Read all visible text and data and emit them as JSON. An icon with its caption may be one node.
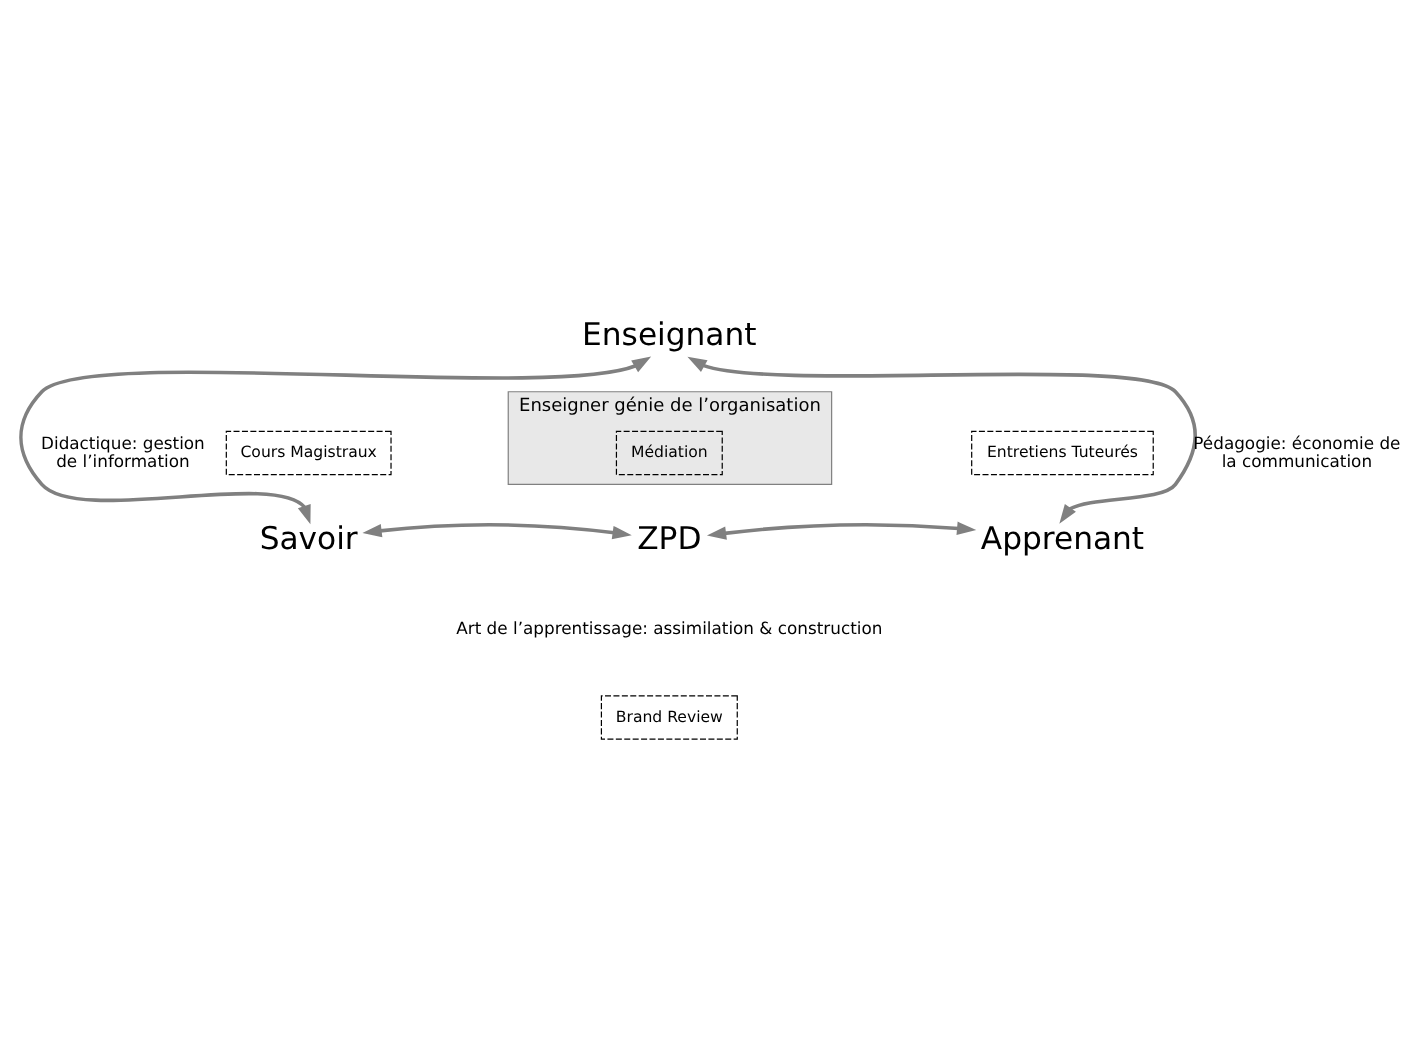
{
  "diagram": {
    "nodes": [
      {
        "text": [
          "Enseignant"
        ]
      },
      {
        "text": [
          "Enseigner génie de l’organisation"
        ]
      },
      {
        "text": [
          "Médiation"
        ],
        "in": 1
      },
      {
        "text": [
          "Cours Magistraux"
        ]
      },
      {
        "text": [
          "Entretiens Tuteurés"
        ]
      },
      {
        "text": [
          "Savoir"
        ]
      },
      {
        "text": [
          "ZPD"
        ]
      },
      {
        "text": [
          "Apprenant"
        ]
      },
      {
        "text": [
          "Brand Review"
        ]
      }
    ],
    "edges": [
      {
        "from": 0,
        "to": 5,
        "arrow": "both",
        "label": "Didactique: gestion de l’information"
      },
      {
        "from": 0,
        "to": 7,
        "arrow": "both",
        "label": "Pédagogie: économie de la communication"
      },
      {
        "from": 5,
        "to": 6,
        "arrow": "both"
      },
      {
        "from": 6,
        "to": 7,
        "arrow": "both"
      }
    ],
    "labels": [
      "Art de l’apprentissage: assimilation & construction"
    ]
  }
}
